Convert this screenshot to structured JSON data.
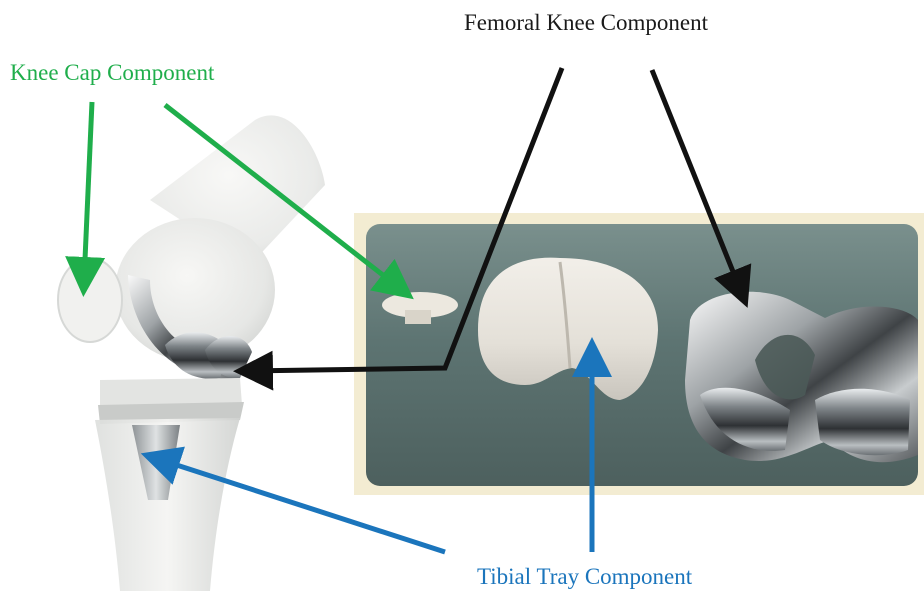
{
  "labels": {
    "femoral": "Femoral Knee Component",
    "knee_cap": "Knee Cap Component",
    "tibial": "Tibial Tray Component"
  },
  "colors": {
    "femoral": "#111111",
    "knee_cap": "#1fae4b",
    "tibial": "#1b75bc",
    "photo_frame": "#f3ecd2",
    "photo_background": "#5f7673"
  }
}
